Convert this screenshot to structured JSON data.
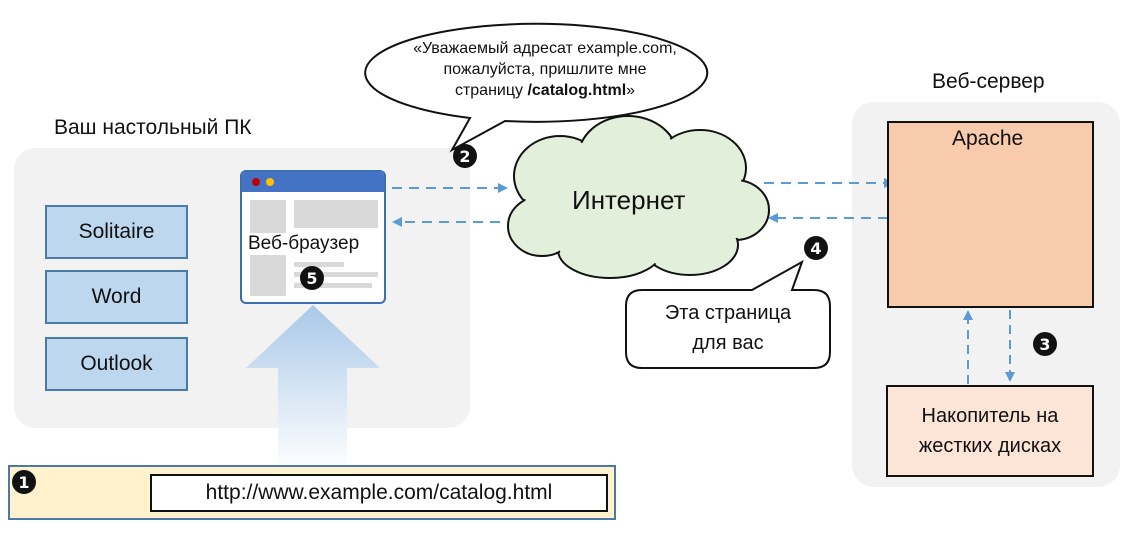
{
  "desktop": {
    "title": "Ваш настольный ПК",
    "apps": [
      "Solitaire",
      "Word",
      "Outlook"
    ],
    "browser_label": "Веб-браузер"
  },
  "server": {
    "title": "Веб-сервер",
    "apache_label": "Apache",
    "disk_line1": "Накопитель на",
    "disk_line2": "жестких дисках"
  },
  "internet_label": "Интернет",
  "request_bubble": {
    "line1": "«Уважаемый адресат example.com,",
    "line2": "пожалуйста, пришлите мне",
    "line3_prefix": "страницу ",
    "line3_bold": "/catalog.html",
    "line3_suffix": "»"
  },
  "response_bubble": {
    "line1": "Эта страница",
    "line2": "для вас"
  },
  "url": "http://www.example.com/catalog.html",
  "steps": [
    "❶",
    "❷",
    "❸",
    "❹",
    "❺"
  ],
  "colors": {
    "panel": "#f2f2f2",
    "app_fill": "#bdd7ee",
    "cloud_fill": "#e2efda",
    "apache_fill": "#f8cbad",
    "disk_fill": "#fce4d6",
    "url_bar_fill": "#fff2cc",
    "arrow_blue": "#5b9bd5",
    "arrow_gray": "#808080"
  }
}
